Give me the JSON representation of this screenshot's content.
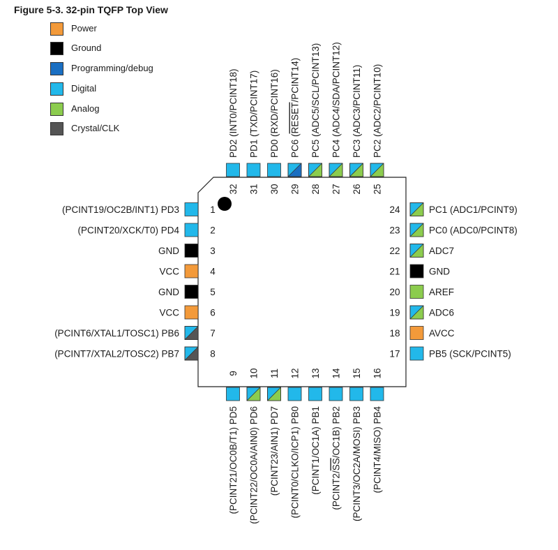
{
  "figure_title": "Figure 5-3.  32-pin TQFP Top View",
  "colors": {
    "power": "#f39a3a",
    "ground": "#000000",
    "programming": "#1a6fc2",
    "digital": "#22b8ea",
    "analog": "#8ccc4e",
    "crystal": "#555555"
  },
  "legend": [
    {
      "label": "Power",
      "type": "power"
    },
    {
      "label": "Ground",
      "type": "ground"
    },
    {
      "label": "Programming/debug",
      "type": "programming"
    },
    {
      "label": "Digital",
      "type": "digital"
    },
    {
      "label": "Analog",
      "type": "analog"
    },
    {
      "label": "Crystal/CLK",
      "type": "crystal"
    }
  ],
  "pins_left": [
    {
      "num": "1",
      "label": "(PCINT19/OC2B/INT1) PD3",
      "type": "digital"
    },
    {
      "num": "2",
      "label": "(PCINT20/XCK/T0) PD4",
      "type": "digital"
    },
    {
      "num": "3",
      "label": "GND",
      "type": "ground"
    },
    {
      "num": "4",
      "label": "VCC",
      "type": "power"
    },
    {
      "num": "5",
      "label": "GND",
      "type": "ground"
    },
    {
      "num": "6",
      "label": "VCC",
      "type": "power"
    },
    {
      "num": "7",
      "label": "(PCINT6/XTAL1/TOSC1) PB6",
      "type": "digital",
      "type2": "crystal"
    },
    {
      "num": "8",
      "label": "(PCINT7/XTAL2/TOSC2) PB7",
      "type": "digital",
      "type2": "crystal"
    }
  ],
  "pins_right": [
    {
      "num": "24",
      "label": "PC1 (ADC1/PCINT9)",
      "type": "digital",
      "type2": "analog"
    },
    {
      "num": "23",
      "label": "PC0 (ADC0/PCINT8)",
      "type": "digital",
      "type2": "analog"
    },
    {
      "num": "22",
      "label": "ADC7",
      "type": "digital",
      "type2": "analog"
    },
    {
      "num": "21",
      "label": "GND",
      "type": "ground"
    },
    {
      "num": "20",
      "label": "AREF",
      "type": "analog"
    },
    {
      "num": "19",
      "label": "ADC6",
      "type": "digital",
      "type2": "analog"
    },
    {
      "num": "18",
      "label": "AVCC",
      "type": "power"
    },
    {
      "num": "17",
      "label": "PB5 (SCK/PCINT5)",
      "type": "digital"
    }
  ],
  "pins_top": [
    {
      "num": "32",
      "label": "PD2 (INT0/PCINT18)",
      "type": "digital"
    },
    {
      "num": "31",
      "label": "PD1 (TXD/PCINT17)",
      "type": "digital"
    },
    {
      "num": "30",
      "label": "PD0 (RXD/PCINT16)",
      "type": "digital"
    },
    {
      "num": "29",
      "label_pre": "PC6 (",
      "label_over": "RESET",
      "label_post": "/PCINT14)",
      "type": "digital",
      "type2": "programming"
    },
    {
      "num": "28",
      "label": "PC5 (ADC5/SCL/PCINT13)",
      "type": "digital",
      "type2": "analog"
    },
    {
      "num": "27",
      "label": "PC4 (ADC4/SDA/PCINT12)",
      "type": "digital",
      "type2": "analog"
    },
    {
      "num": "26",
      "label": "PC3 (ADC3/PCINT11)",
      "type": "digital",
      "type2": "analog"
    },
    {
      "num": "25",
      "label": "PC2 (ADC2/PCINT10)",
      "type": "digital",
      "type2": "analog"
    }
  ],
  "pins_bottom": [
    {
      "num": "9",
      "label": "(PCINT21/OC0B/T1) PD5",
      "type": "digital"
    },
    {
      "num": "10",
      "label": "(PCINT22/OC0A/AIN0) PD6",
      "type": "digital",
      "type2": "analog"
    },
    {
      "num": "11",
      "label": "(PCINT23/AIN1) PD7",
      "type": "digital",
      "type2": "analog"
    },
    {
      "num": "12",
      "label": "(PCINT0/CLKO/ICP1) PB0",
      "type": "digital"
    },
    {
      "num": "13",
      "label": "(PCINT1/OC1A) PB1",
      "type": "digital"
    },
    {
      "num": "14",
      "label_pre": "(PCINT2/",
      "label_over": "SS",
      "label_post": "/OC1B) PB2",
      "type": "digital"
    },
    {
      "num": "15",
      "label": "(PCINT3/OC2A/MOSI) PB3",
      "type": "digital"
    },
    {
      "num": "16",
      "label": "(PCINT4/MISO) PB4",
      "type": "digital"
    }
  ]
}
